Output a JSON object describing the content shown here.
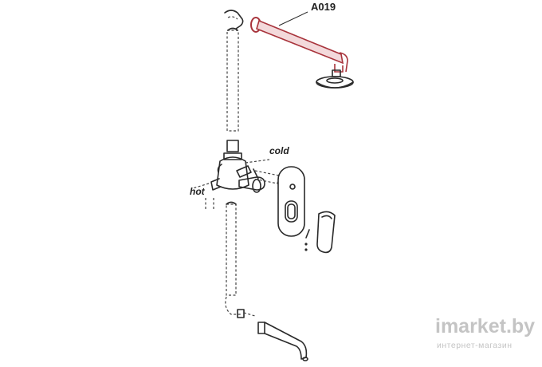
{
  "part": {
    "code": "A019",
    "highlight_color": "#a8343c"
  },
  "labels": {
    "cold": "cold",
    "hot": "hot"
  },
  "watermark": {
    "brand": "imarket.by",
    "sub": "интернет-магазин"
  },
  "icons": [
    "shower-arm",
    "shower-head",
    "mixer-valve",
    "wall-plate",
    "lever-handle",
    "bath-spout",
    "elbow-fitting"
  ]
}
